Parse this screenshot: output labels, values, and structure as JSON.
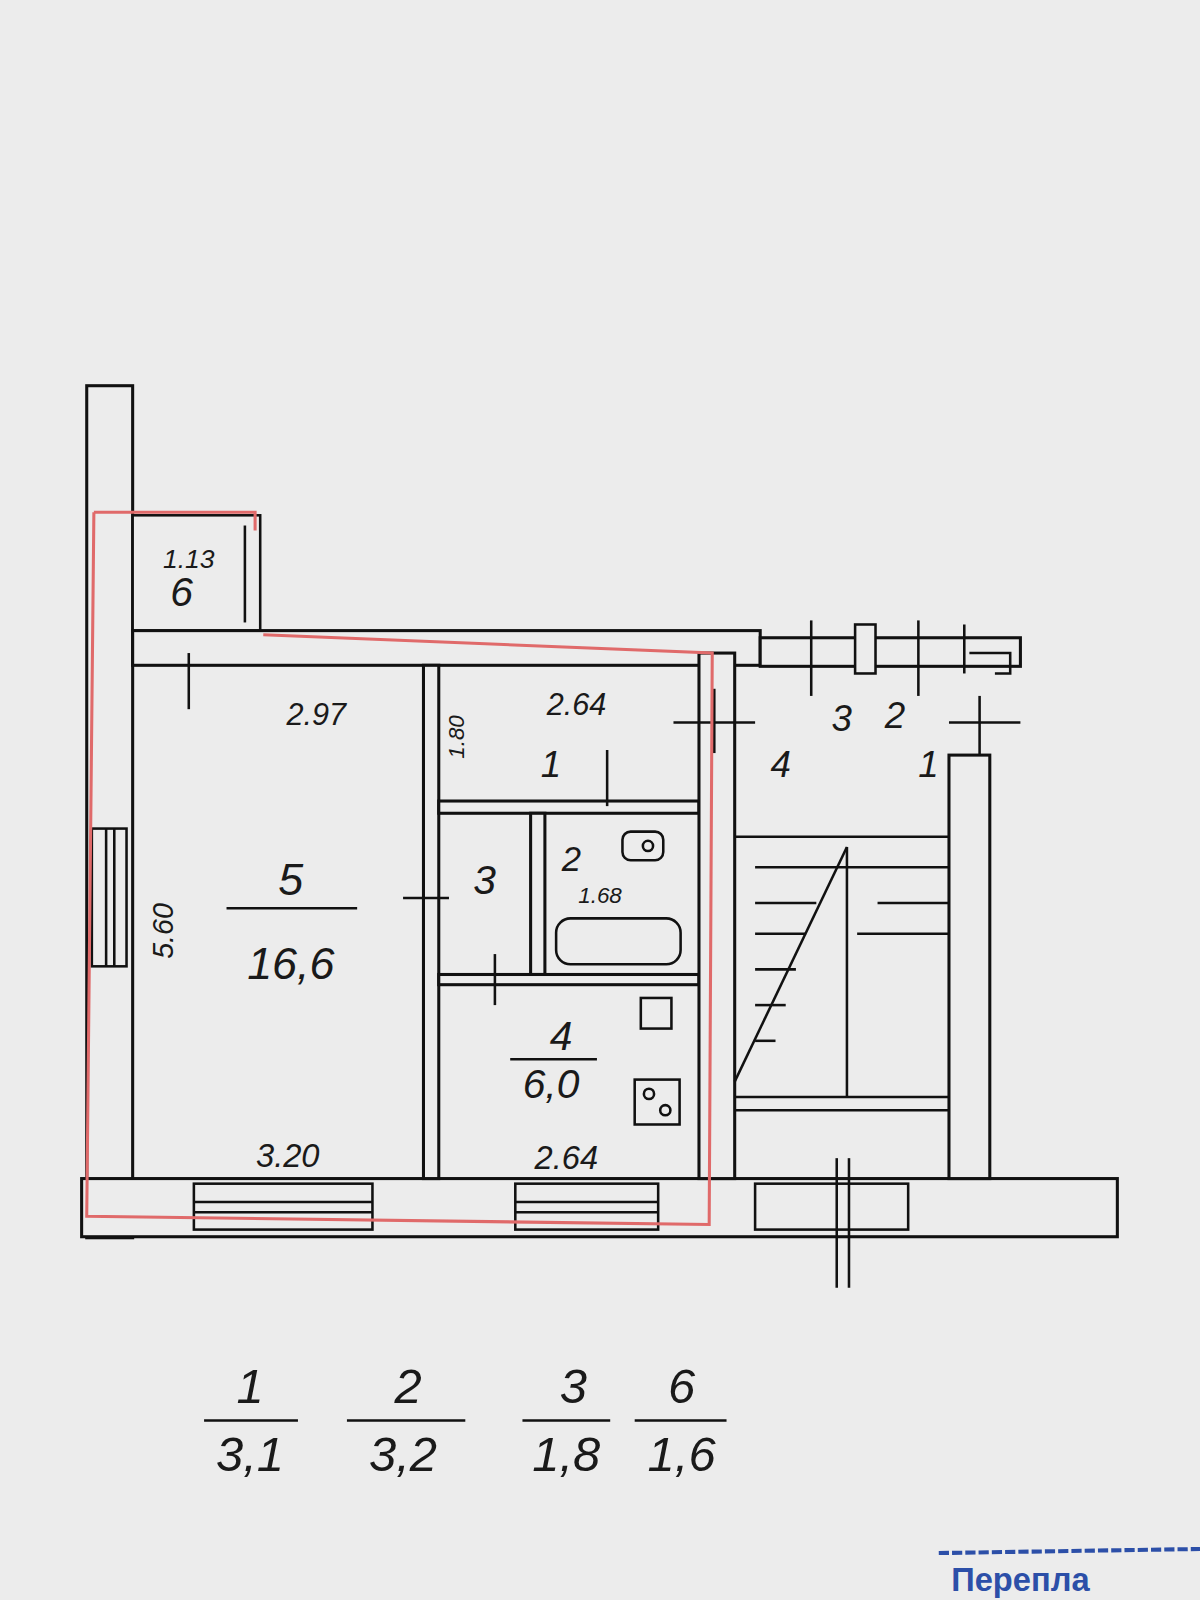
{
  "diagram": {
    "labels": [
      "1.13",
      "6",
      "2.97",
      "1.80",
      "2.64",
      "1",
      "4",
      "3",
      "2",
      "1",
      "5",
      "16,6",
      "3",
      "2",
      "1.68",
      "4",
      "6,0",
      "3.20",
      "2.64",
      "5.60",
      "1",
      "3,1",
      "2",
      "3,2",
      "3",
      "1,8",
      "6",
      "1,6",
      "Перепла"
    ]
  }
}
